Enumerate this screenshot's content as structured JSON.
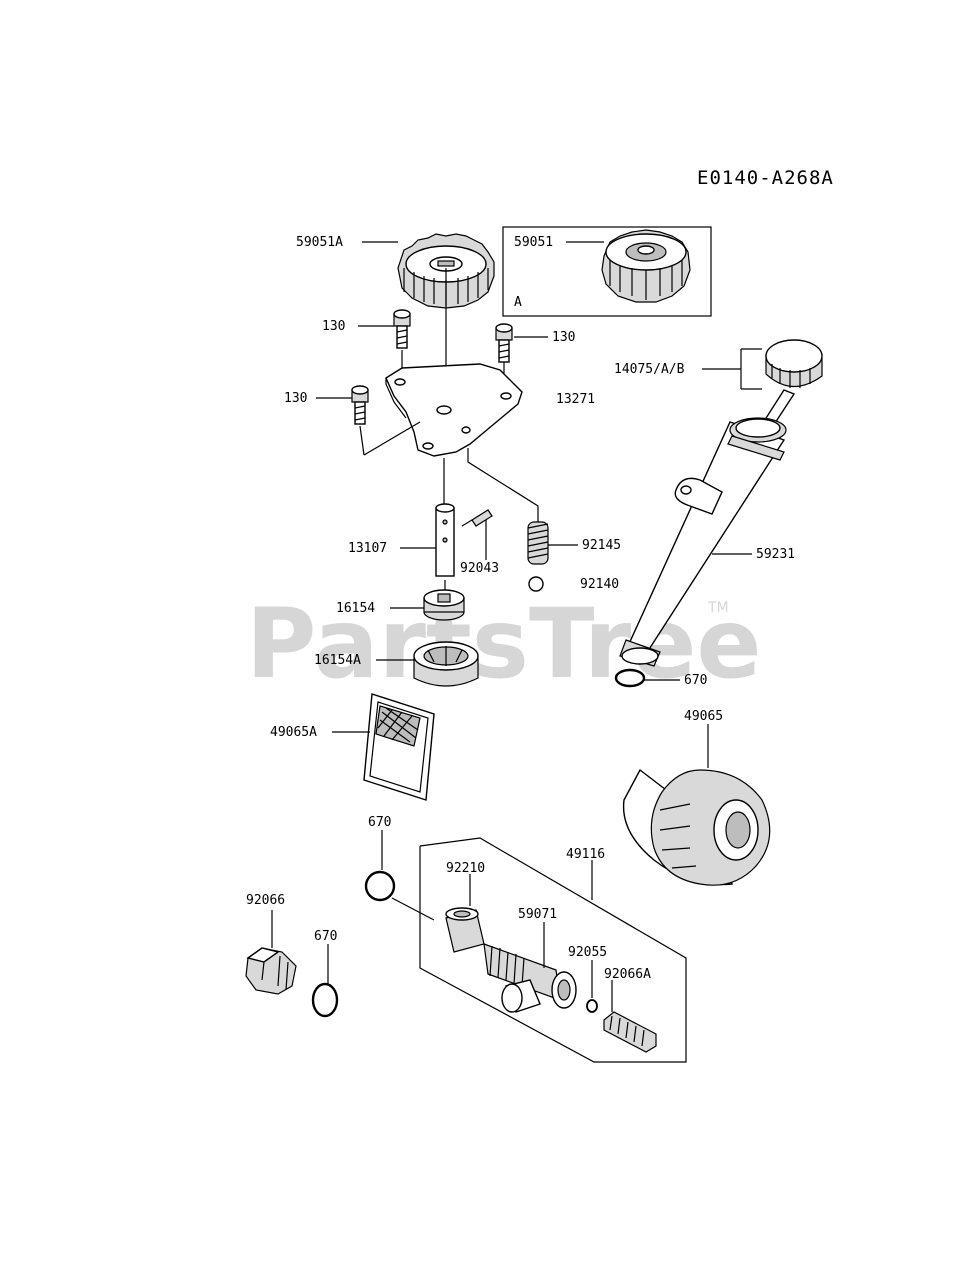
{
  "diagram_code": "E0140-A268A",
  "watermark": "PartsTree",
  "watermark_tm": "TM",
  "inset_label": "A",
  "callouts": {
    "gear_a": "59051A",
    "gear_inset": "59051",
    "bolt_left_top": "130",
    "bolt_right": "130",
    "bolt_left": "130",
    "pump_cover": "13271",
    "dipstick": "14075/A/B",
    "shaft": "13107",
    "pin": "92043",
    "spring": "92145",
    "ball": "92140",
    "oil_tube": "59231",
    "rotor_inner": "16154",
    "rotor_outer": "16154A",
    "oring_tube": "670",
    "screen": "49065A",
    "oil_filter": "49065",
    "oring_mid": "670",
    "fitting_kit": "49116",
    "nut": "92210",
    "union": "59071",
    "drain_plug": "92066",
    "oring_plug": "670",
    "oring_small": "92055",
    "relief_plug": "92066A"
  }
}
